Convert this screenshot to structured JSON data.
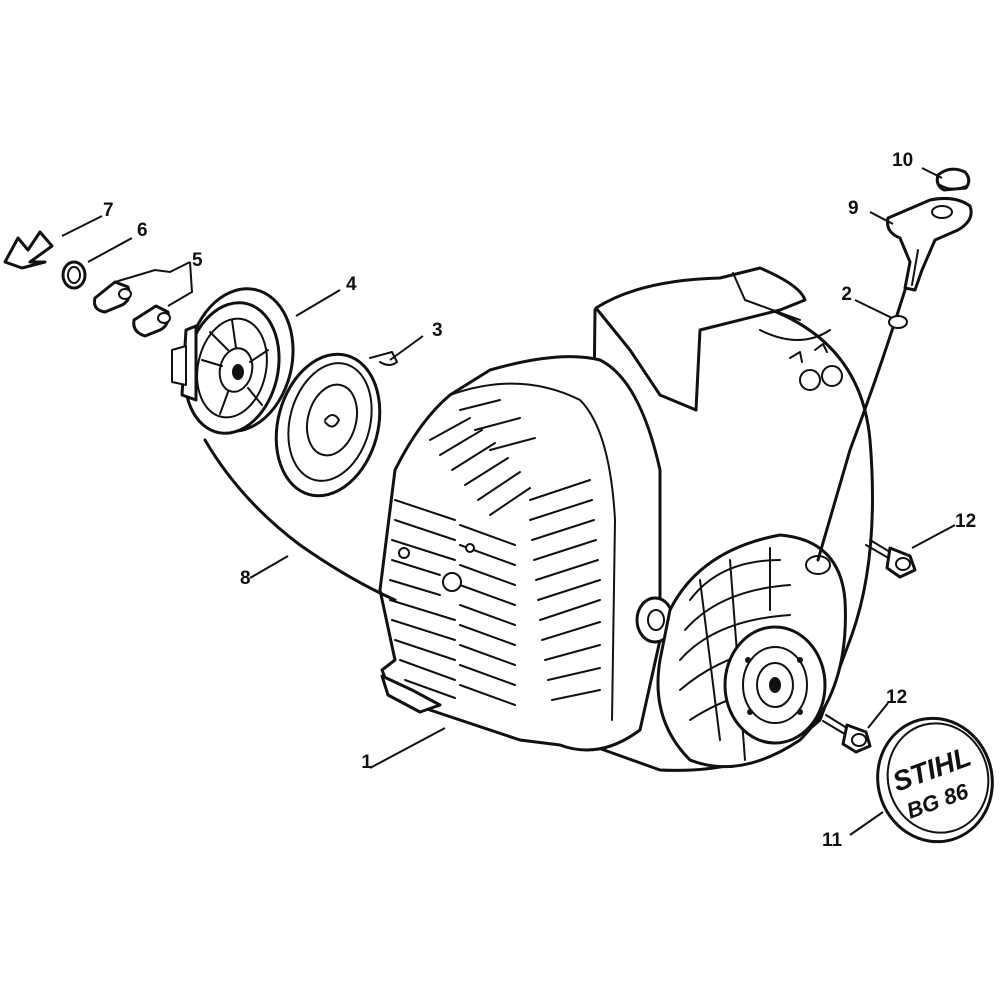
{
  "callouts": {
    "c1": "1",
    "c2": "2",
    "c3": "3",
    "c4": "4",
    "c5": "5",
    "c6": "6",
    "c7": "7",
    "c8": "8",
    "c9": "9",
    "c10": "10",
    "c11": "11",
    "c12a": "12",
    "c12b": "12"
  },
  "logo": {
    "brand": "STIHL",
    "model": "BG 86"
  }
}
